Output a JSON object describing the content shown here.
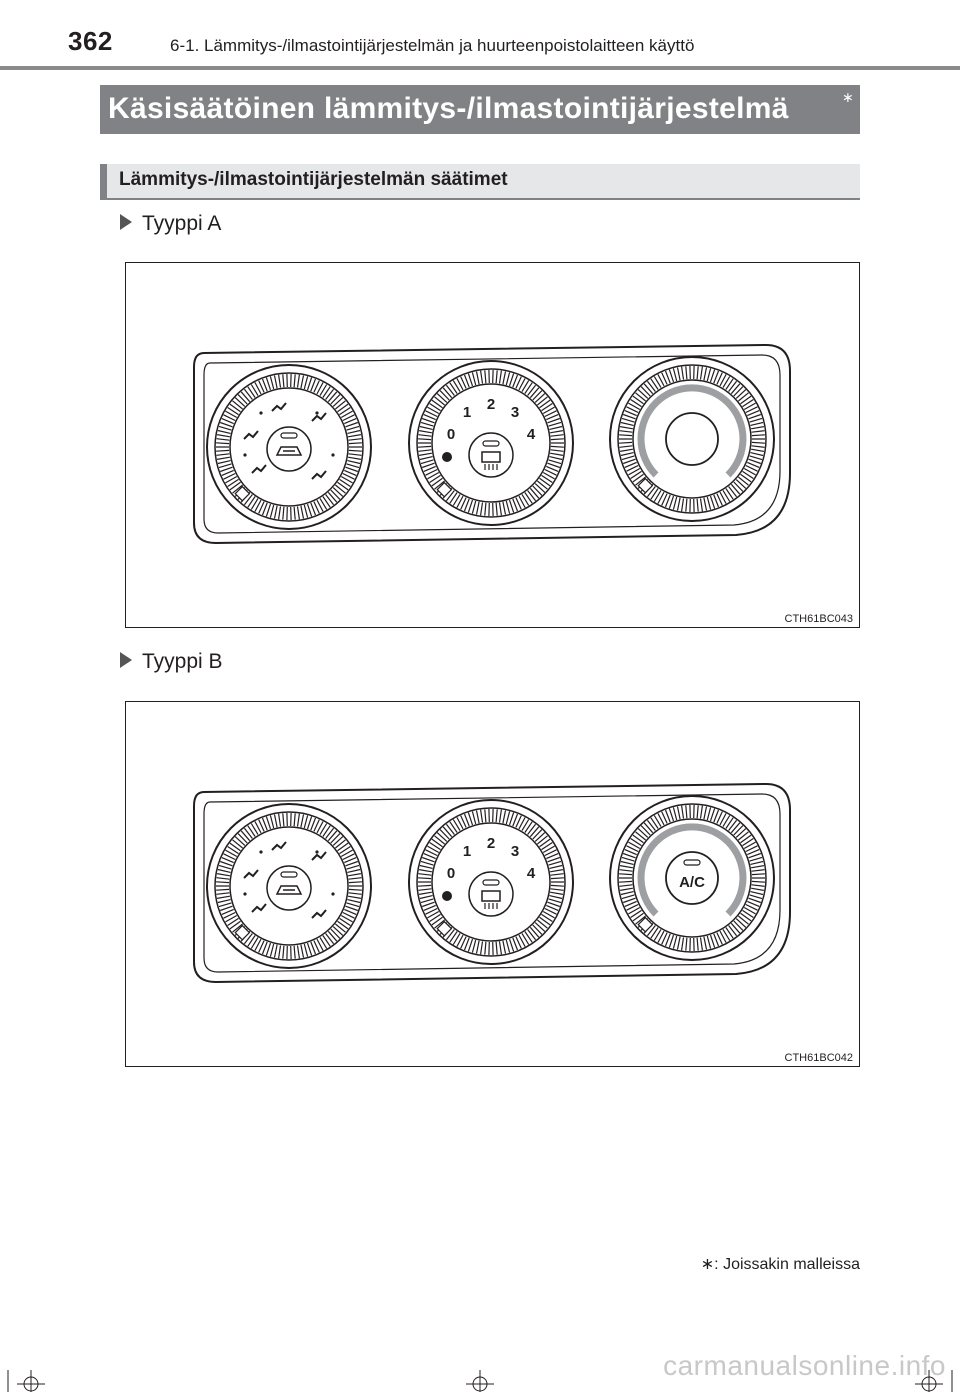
{
  "header": {
    "page_number": "362",
    "chapter": "6-1. Lämmitys-/ilmastointijärjestelmän ja huurteenpoistolaitteen käyttö"
  },
  "title": {
    "text": "Käsisäätöinen lämmitys-/ilmastointijärjestelmä",
    "marker": "∗"
  },
  "section": {
    "heading": "Lämmitys-/ilmastointijärjestelmän säätimet"
  },
  "figures": [
    {
      "label": "Tyyppi A",
      "code": "CTH61BC043",
      "fan_speeds": [
        "0",
        "1",
        "2",
        "3",
        "4"
      ],
      "right_button_text": ""
    },
    {
      "label": "Tyyppi B",
      "code": "CTH61BC042",
      "fan_speeds": [
        "0",
        "1",
        "2",
        "3",
        "4"
      ],
      "right_button_text": "A/C"
    }
  ],
  "footnote": {
    "marker": "∗",
    "text": ": Joissakin malleissa"
  },
  "watermark": "carmanualsonline.info",
  "colors": {
    "title_bar": "#808285",
    "section_bar": "#e6e7e8",
    "header_rule": "#8a8a8a"
  }
}
